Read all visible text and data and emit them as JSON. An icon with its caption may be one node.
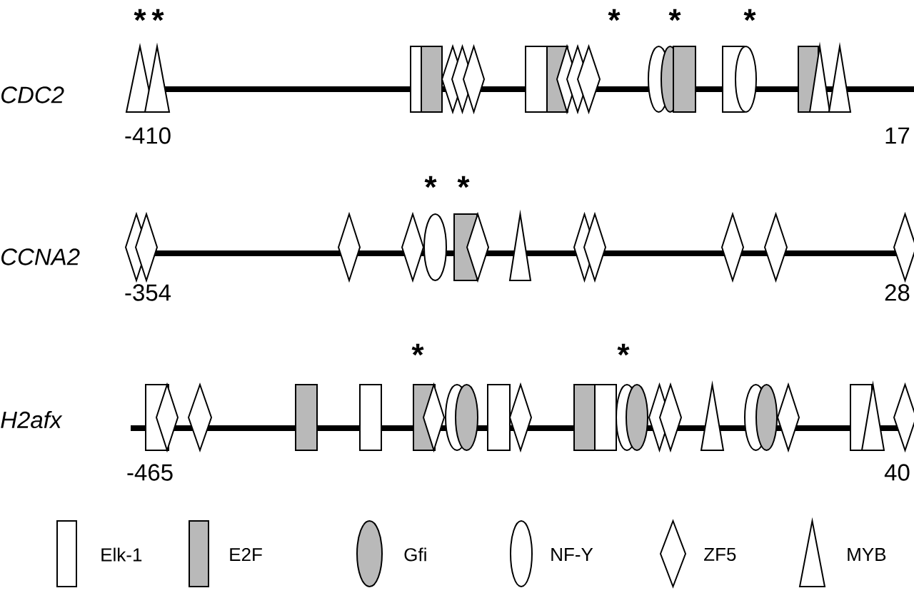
{
  "diagram": {
    "labels": [
      "*",
      "*",
      "*",
      "*",
      "*",
      "CDC2",
      "-410",
      "17",
      "*",
      "*",
      "CCNA2",
      "-354",
      "28",
      "*",
      "*",
      "H2afx",
      "-465",
      "40"
    ],
    "legend": [
      {
        "text": "Elk-1"
      },
      {
        "text": "E2F"
      },
      {
        "text": "Gfi"
      },
      {
        "text": "NF-Y"
      },
      {
        "text": "ZF5"
      },
      {
        "text": "MYB"
      }
    ]
  }
}
